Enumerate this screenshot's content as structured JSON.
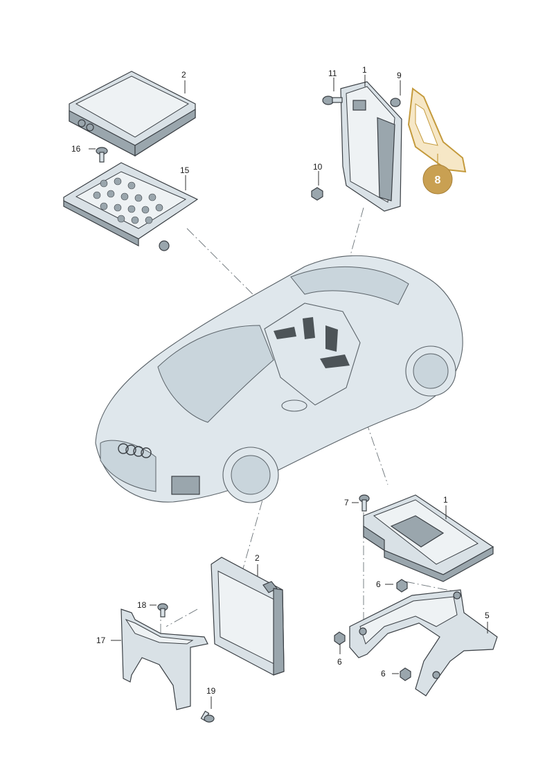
{
  "callouts": {
    "n1_top": "1",
    "n2_top": "2",
    "n9": "9",
    "n10": "10",
    "n11": "11",
    "n15": "15",
    "n16": "16",
    "n1_bottom": "1",
    "n2_bottom": "2",
    "n5": "5",
    "n6_a": "6",
    "n6_b": "6",
    "n6_c": "6",
    "n7": "7",
    "n17": "17",
    "n18": "18",
    "n19": "19"
  },
  "highlight": {
    "label": "8",
    "color": "#c9a052"
  }
}
